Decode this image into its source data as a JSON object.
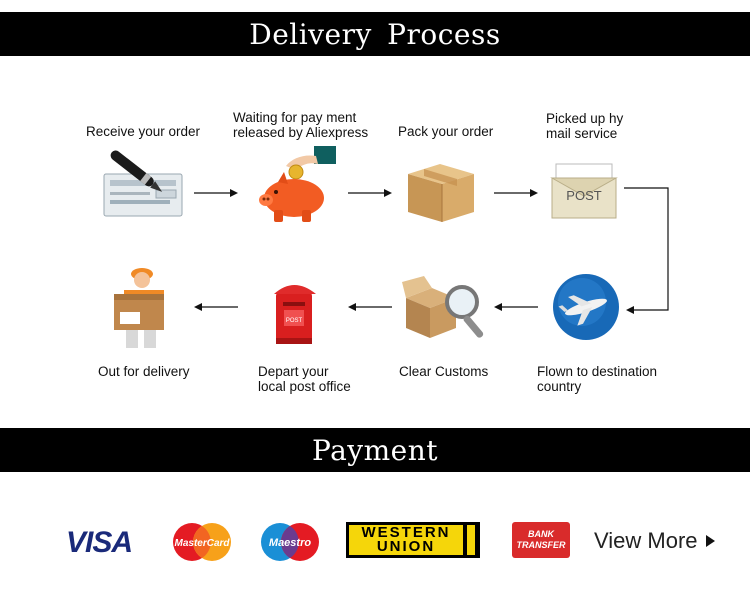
{
  "delivery": {
    "title": "Delivery  Process",
    "steps": [
      {
        "label": "Receive your order"
      },
      {
        "label": "Waiting for pay ment\nreleased by Aliexpress"
      },
      {
        "label": "Pack your order"
      },
      {
        "label": "Picked up hy\nmail service"
      },
      {
        "label": "Flown to destination\ncountry"
      },
      {
        "label": "Clear Customs"
      },
      {
        "label": "Depart your\nlocal post office"
      },
      {
        "label": "Out for delivery"
      }
    ],
    "post_text": "POST",
    "box_post_text": "POST"
  },
  "payment": {
    "title": "Payment",
    "visa": "VISA",
    "mastercard": "MasterCard",
    "maestro": "Maestro",
    "western_union_1": "WESTERN",
    "western_union_2": "UNION",
    "bank_1": "BANK",
    "bank_2": "TRANSFER",
    "view_more": "View More"
  }
}
